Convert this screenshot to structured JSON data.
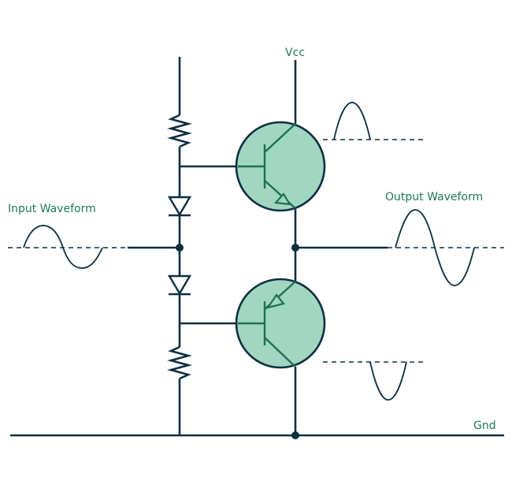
{
  "labels": {
    "vcc": "Vcc",
    "input": "Input Waveform",
    "output": "Output Waveform",
    "gnd": "Gnd"
  },
  "colors": {
    "wire": "#0e2f40",
    "transistor_fill": "#a1d7c1",
    "label_text": "#1f7a55"
  }
}
